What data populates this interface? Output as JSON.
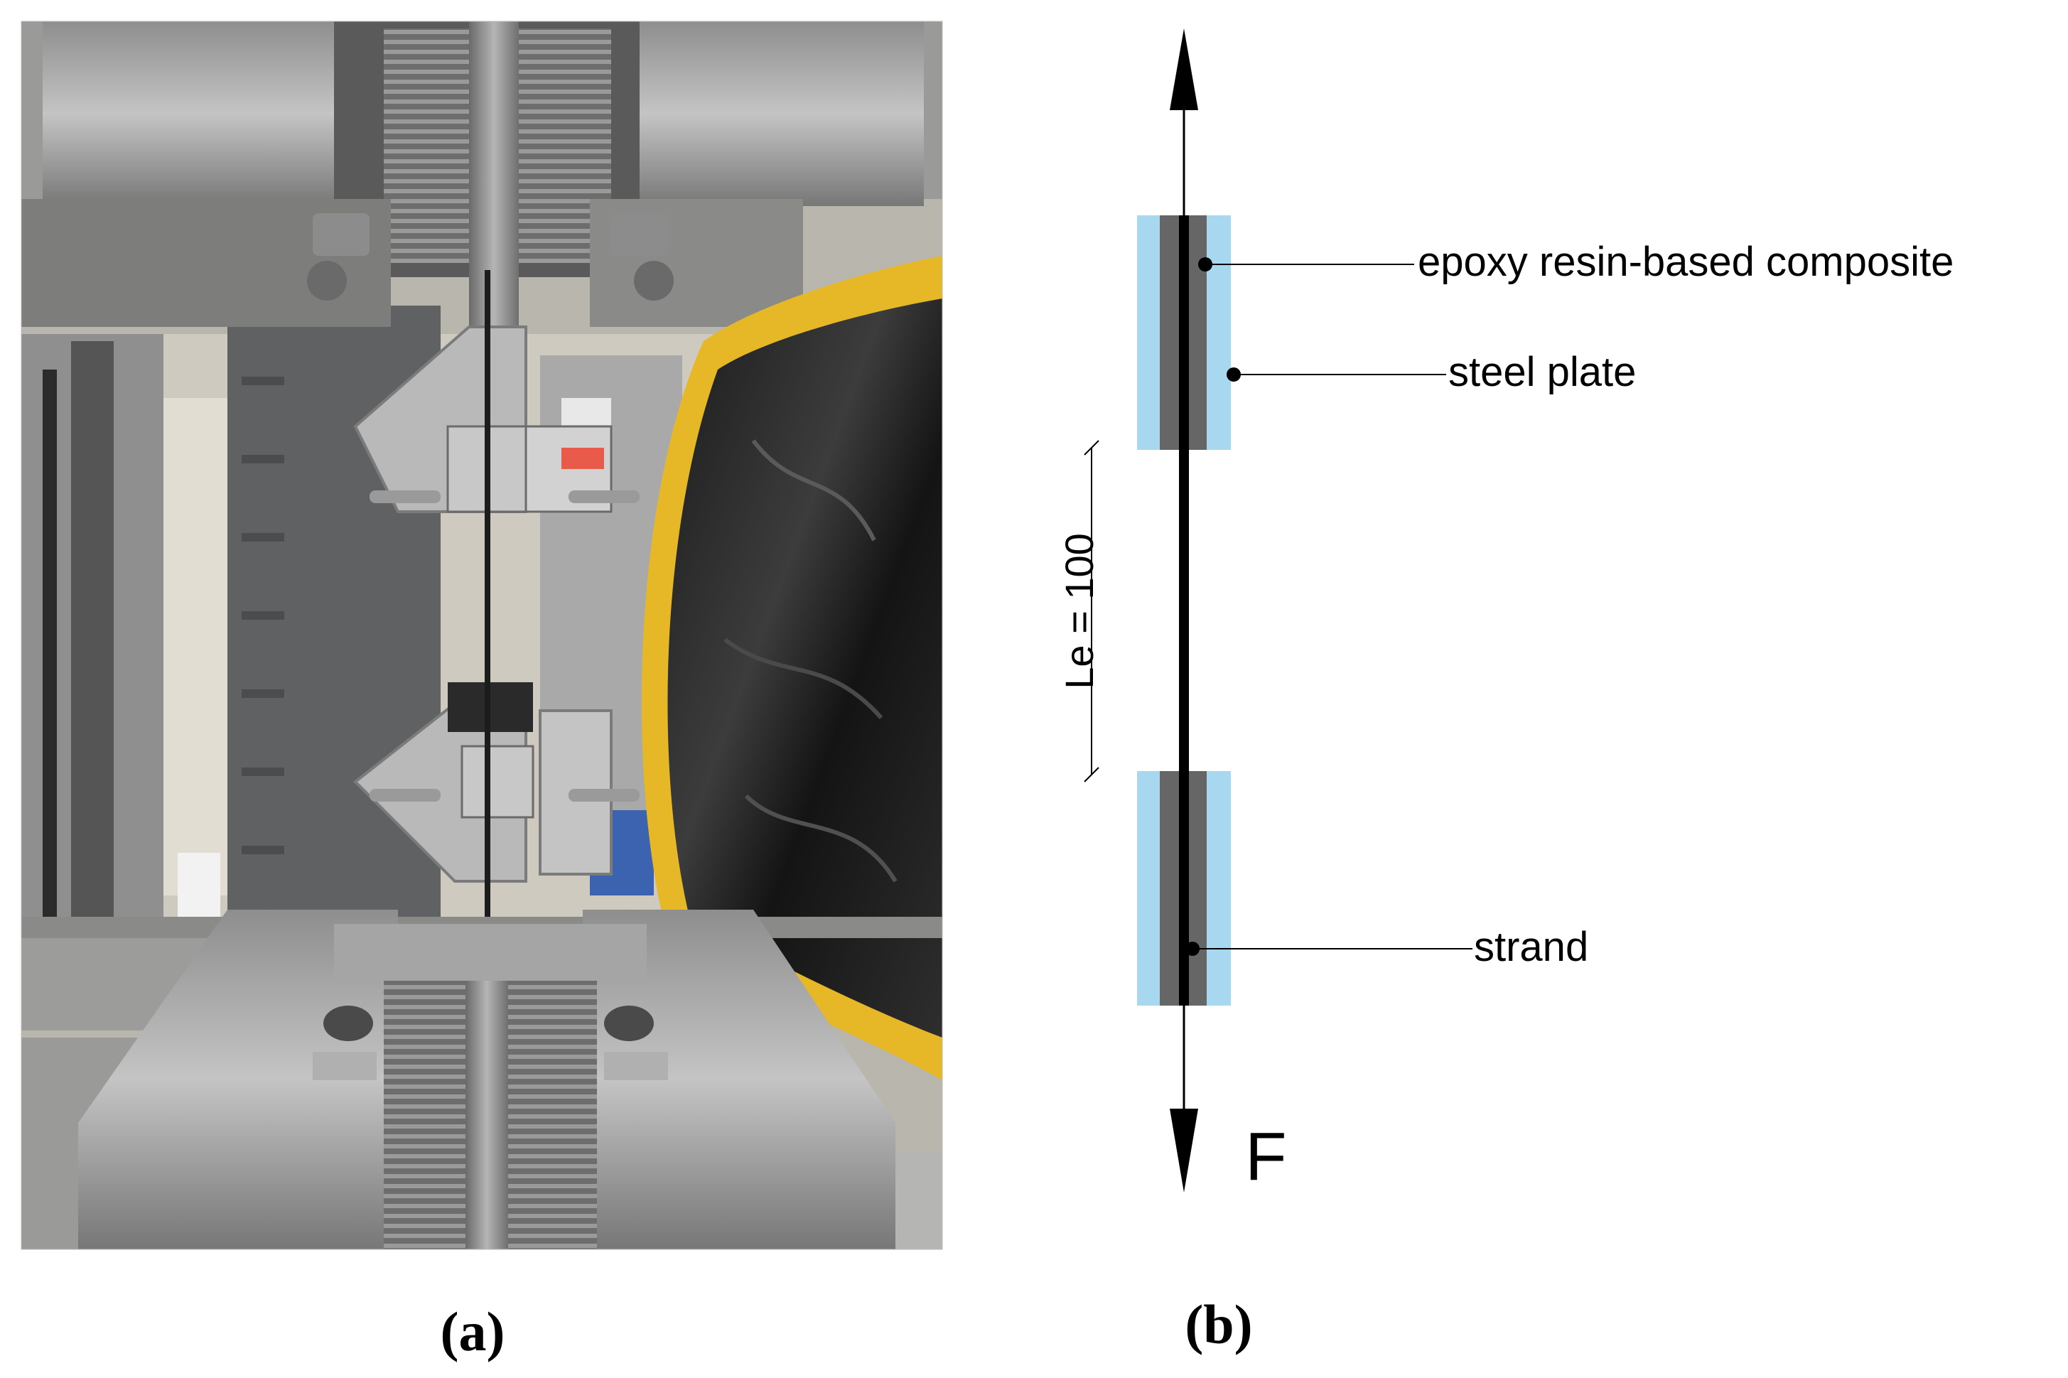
{
  "panels": {
    "a": {
      "caption": "(a)",
      "photo_subject": "tensile-test-machine-photo"
    },
    "b": {
      "caption": "(b)",
      "labels": {
        "epoxy": "epoxy resin-based composite",
        "steel_plate": "steel plate",
        "strand": "strand",
        "length": "Le = 100",
        "force": "F"
      },
      "colors": {
        "steel_plate": "#a8d8f0",
        "epoxy": "#666666",
        "strand": "#000000"
      }
    }
  }
}
